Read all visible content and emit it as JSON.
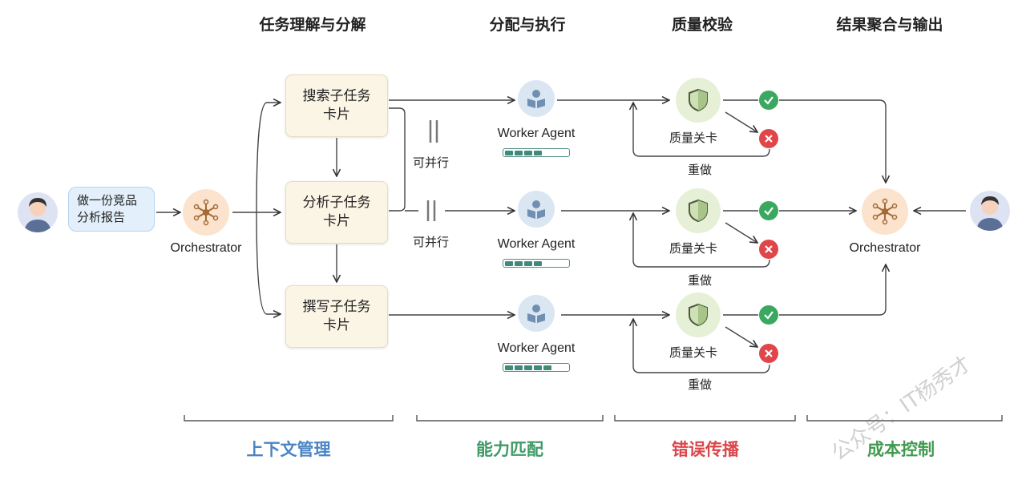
{
  "phases": [
    "任务理解与分解",
    "分配与执行",
    "质量校验",
    "结果聚合与输出"
  ],
  "user_request": {
    "line1": "做一份竞品",
    "line2": "分析报告"
  },
  "orchestrator_label": "Orchestrator",
  "subtask_cards": [
    {
      "line1": "搜索子任务",
      "line2": "卡片"
    },
    {
      "line1": "分析子任务",
      "line2": "卡片"
    },
    {
      "line1": "撰写子任务",
      "line2": "卡片"
    }
  ],
  "parallel_label": "可并行",
  "parallel_marker": "||",
  "workers": [
    {
      "label": "Worker Agent",
      "progress_filled": 4,
      "progress_total": 7
    },
    {
      "label": "Worker Agent",
      "progress_filled": 4,
      "progress_total": 7
    },
    {
      "label": "Worker Agent",
      "progress_filled": 5,
      "progress_total": 7
    }
  ],
  "quality_gate_label": "质量关卡",
  "redo_label": "重做",
  "categories": [
    {
      "label": "上下文管理",
      "color": "#4a84c4"
    },
    {
      "label": "能力匹配",
      "color": "#3f9a68"
    },
    {
      "label": "错误传播",
      "color": "#d9464b"
    },
    {
      "label": "成本控制",
      "color": "#3f9a4e"
    }
  ],
  "watermark": "公众号：IT杨秀才"
}
